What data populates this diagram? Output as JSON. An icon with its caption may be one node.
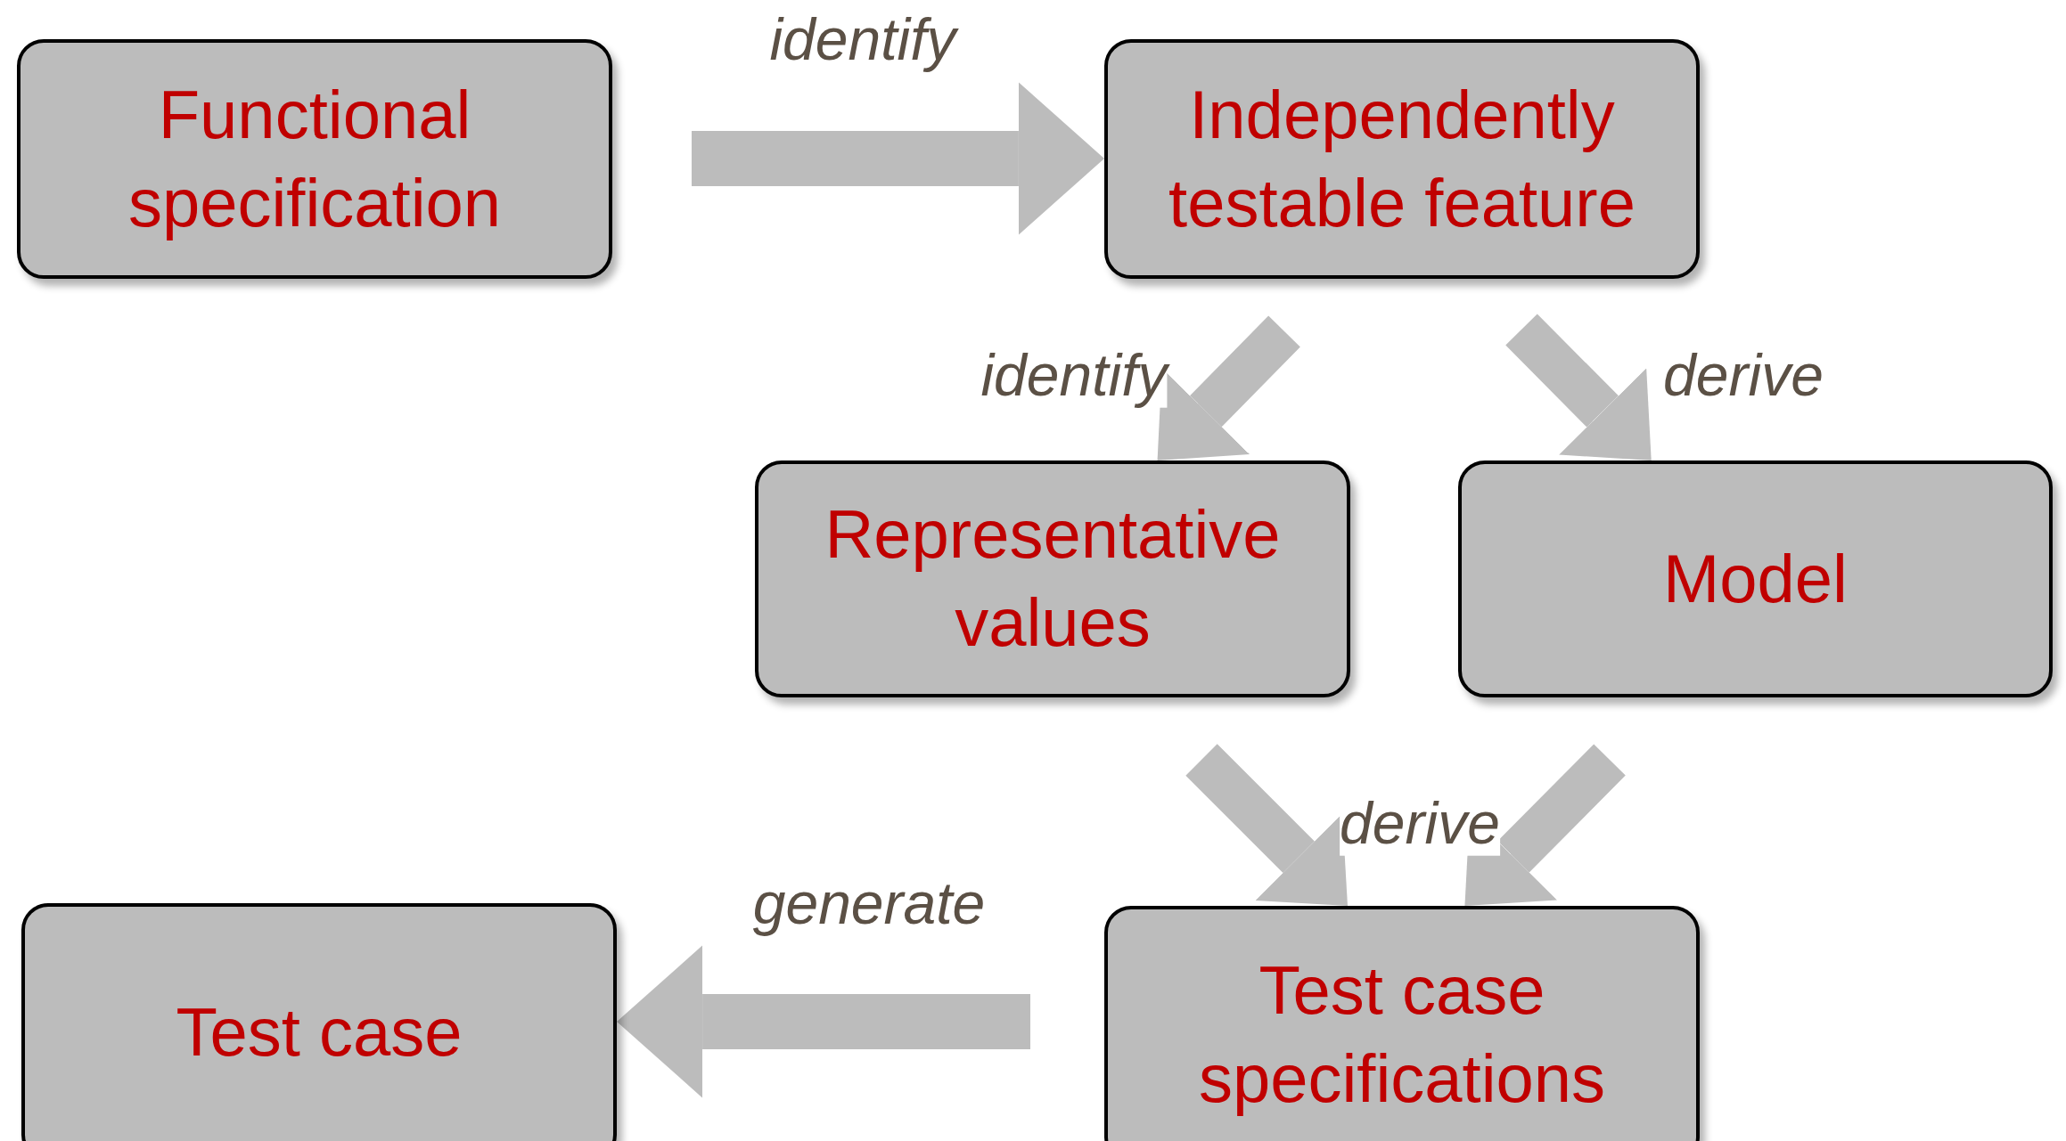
{
  "diagram": {
    "nodes": [
      {
        "text": [
          "Functional specification"
        ]
      },
      {
        "text": [
          "Independently testable feature"
        ]
      },
      {
        "text": [
          "Representative values"
        ]
      },
      {
        "text": [
          "Model"
        ]
      },
      {
        "text": [
          "Test case"
        ]
      },
      {
        "text": [
          "Test case specifications"
        ]
      }
    ],
    "edges": [
      {
        "from": 0,
        "to": 1,
        "arrow": "to",
        "label": "identify"
      },
      {
        "from": 1,
        "to": 2,
        "arrow": "to",
        "label": "identify"
      },
      {
        "from": 1,
        "to": 3,
        "arrow": "to",
        "label": "derive"
      },
      {
        "from": 2,
        "to": 5,
        "arrow": "to",
        "label": "derive"
      },
      {
        "from": 3,
        "to": 5,
        "arrow": "to"
      },
      {
        "from": 5,
        "to": 4,
        "arrow": "to",
        "label": "generate"
      }
    ]
  }
}
